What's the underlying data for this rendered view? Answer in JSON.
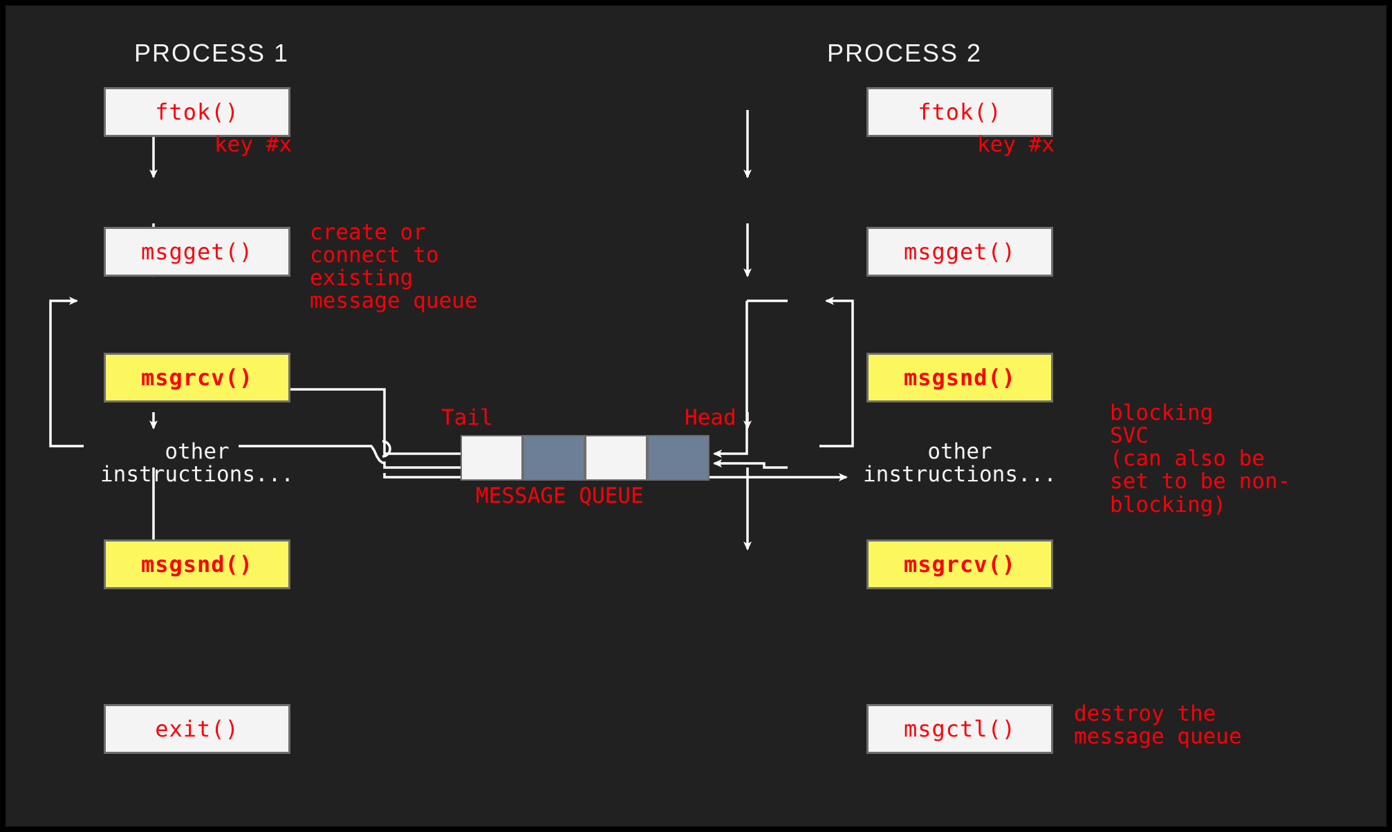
{
  "diagram": {
    "title_left": "PROCESS 1",
    "title_right": "PROCESS 2",
    "background_color": "#212121",
    "accent_red": "#fb0007",
    "highlight_yellow": "#fcf75e",
    "box_white": "#f4f4f4",
    "queue_filled_color": "#6c7f96",
    "text_white": "#f4f4f4"
  },
  "process1": {
    "title": "PROCESS 1",
    "nodes": [
      {
        "id": "p1-ftok",
        "label": "ftok()",
        "style": "plain"
      },
      {
        "id": "p1-msgget",
        "label": "msgget()",
        "style": "plain"
      },
      {
        "id": "p1-msgrcv",
        "label": "msgrcv()",
        "style": "highlight"
      },
      {
        "id": "p1-msgsnd",
        "label": "msgsnd()",
        "style": "highlight"
      },
      {
        "id": "p1-exit",
        "label": "exit()",
        "style": "plain"
      }
    ],
    "edge_label_key": "key #x",
    "other_instructions": "other\ninstructions..."
  },
  "process2": {
    "title": "PROCESS 2",
    "nodes": [
      {
        "id": "p2-ftok",
        "label": "ftok()",
        "style": "plain"
      },
      {
        "id": "p2-msgget",
        "label": "msgget()",
        "style": "plain"
      },
      {
        "id": "p2-msgsnd",
        "label": "msgsnd()",
        "style": "highlight"
      },
      {
        "id": "p2-msgrcv",
        "label": "msgrcv()",
        "style": "highlight"
      },
      {
        "id": "p2-msgctl",
        "label": "msgctl()",
        "style": "plain"
      }
    ],
    "edge_label_key": "key #x",
    "other_instructions": "other\ninstructions..."
  },
  "annotations": {
    "create_or_connect": "create or\nconnect to\nexisting\nmessage queue",
    "blocking_svc": "blocking\nSVC\n(can also be\nset to be non-\nblocking)",
    "destroy_queue": "destroy the\nmessage queue"
  },
  "message_queue": {
    "tail_label": "Tail",
    "head_label": "Head",
    "caption": "MESSAGE QUEUE",
    "cells": [
      {
        "index": 0,
        "state": "empty"
      },
      {
        "index": 1,
        "state": "filled"
      },
      {
        "index": 2,
        "state": "empty"
      },
      {
        "index": 3,
        "state": "filled"
      }
    ]
  }
}
